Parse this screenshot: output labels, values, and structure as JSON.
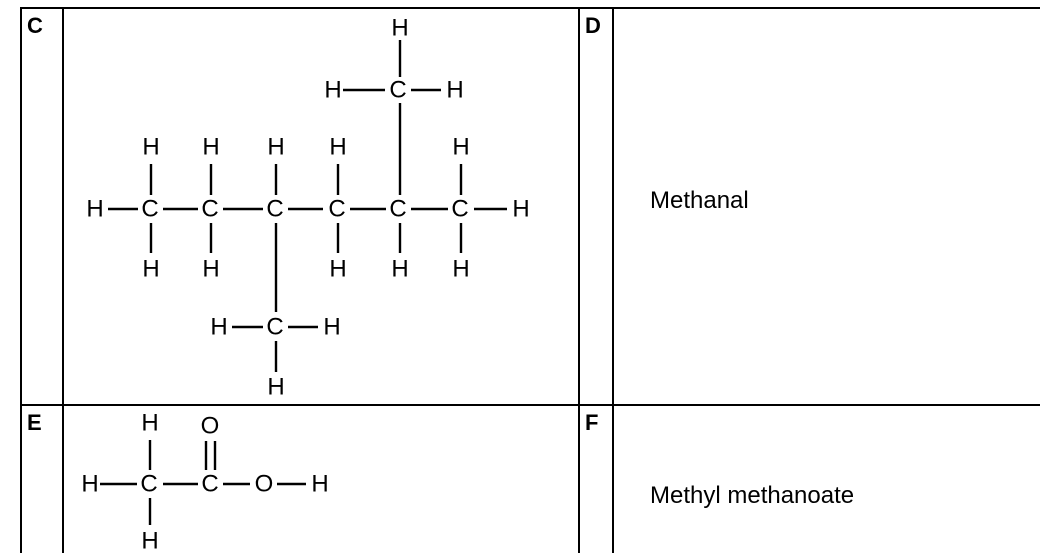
{
  "cells": {
    "C": {
      "letter": "C"
    },
    "D": {
      "letter": "D",
      "name": "Methanal"
    },
    "E": {
      "letter": "E"
    },
    "F": {
      "letter": "F",
      "name": "Methyl methanoate"
    }
  },
  "structures": {
    "C_atoms": {
      "top_h": "H",
      "top_left_h": "H",
      "top_c": "C",
      "top_right_h": "H",
      "up1": "H",
      "up2": "H",
      "up3": "H",
      "up4": "H",
      "up6": "H",
      "left_h": "H",
      "c1": "C",
      "c2": "C",
      "c3": "C",
      "c4": "C",
      "c5": "C",
      "c6": "C",
      "right_h": "H",
      "dn1": "H",
      "dn2": "H",
      "dn4": "H",
      "dn5": "H",
      "dn6": "H",
      "bot_left_h": "H",
      "bot_c": "C",
      "bot_right_h": "H",
      "bot_h": "H"
    },
    "E_atoms": {
      "up_h": "H",
      "o_top": "O",
      "left_h": "H",
      "c1": "C",
      "c2": "C",
      "o": "O",
      "right_h": "H",
      "dn_h": "H"
    }
  }
}
